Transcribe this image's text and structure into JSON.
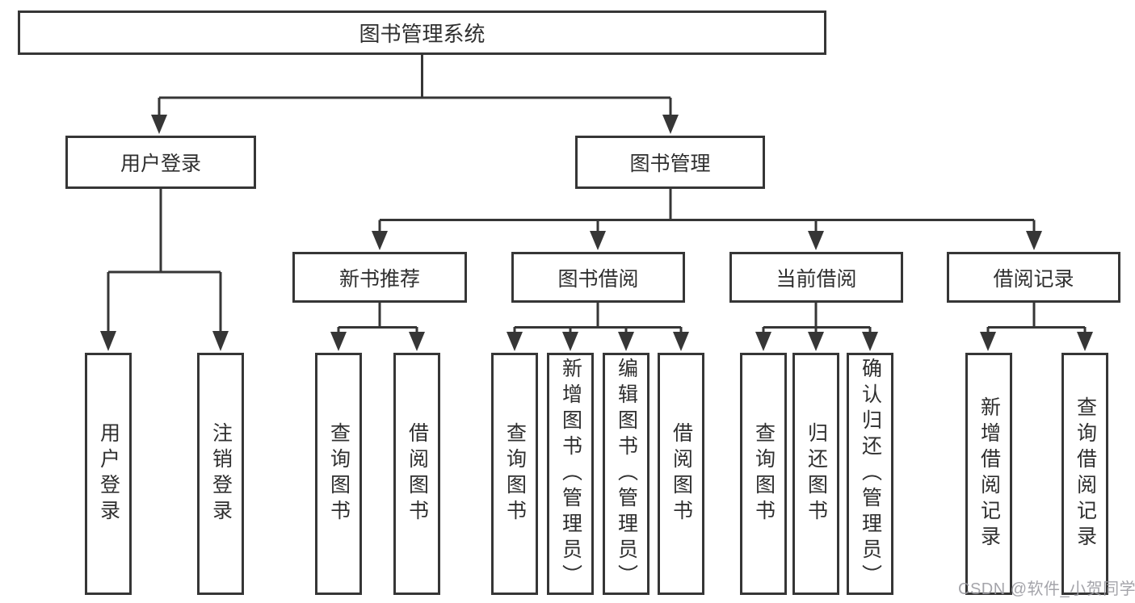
{
  "diagram": {
    "root": {
      "label": "图书管理系统"
    },
    "level2": [
      {
        "label": "用户登录"
      },
      {
        "label": "图书管理"
      }
    ],
    "level3": [
      {
        "label": "新书推荐"
      },
      {
        "label": "图书借阅"
      },
      {
        "label": "当前借阅"
      },
      {
        "label": "借阅记录"
      }
    ],
    "leaves": {
      "user_login": [
        "用户登录",
        "注销登录"
      ],
      "new_book_recommend": [
        "查询图书",
        "借阅图书"
      ],
      "book_borrow": [
        "查询图书",
        "新增图书（管理员）",
        "编辑图书（管理员）",
        "借阅图书"
      ],
      "current_borrow": [
        "查询图书",
        "归还图书",
        "确认归还（管理员）"
      ],
      "borrow_records": [
        "新增借阅记录",
        "查询借阅记录"
      ]
    }
  },
  "watermark": "CSDN @软件_小贺同学",
  "colors": {
    "line": "#363636",
    "text": "#2f2f2f",
    "box_background": "#ffffff",
    "watermark": "#9d9da3"
  }
}
